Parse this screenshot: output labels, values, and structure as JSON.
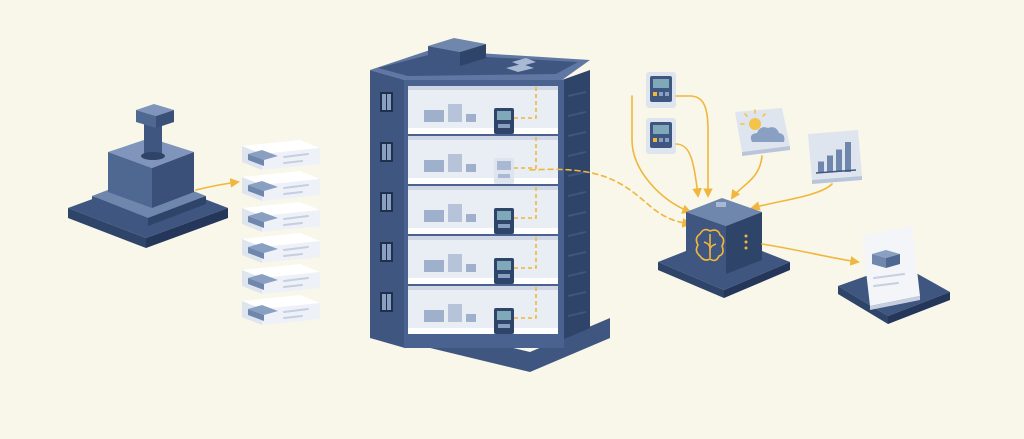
{
  "colors": {
    "background": "#f9f6ea",
    "navy": "#3f5680",
    "navy_dark": "#2f4469",
    "navy_light": "#6f86ad",
    "slate_light": "#dfe5ef",
    "interior": "#e9edf4",
    "accent": "#f0b73c",
    "screen": "#7fa8b8",
    "sun": "#f3c34a",
    "card": "#f3f5f9"
  },
  "icons": {
    "source": "industrial-press-icon",
    "records": "record-stack-icon",
    "building": "apartment-building-icon",
    "meter": "smart-meter-icon",
    "monitor": "meter-display-icon",
    "weather": "sun-cloud-icon",
    "chart": "bar-chart-icon",
    "ai": "brain-chip-icon",
    "output": "report-card-icon"
  },
  "diagram": {
    "record_count": 6,
    "floor_count": 5,
    "monitor_count": 2,
    "chart_bars": [
      0.35,
      0.55,
      0.75,
      1.0
    ]
  }
}
